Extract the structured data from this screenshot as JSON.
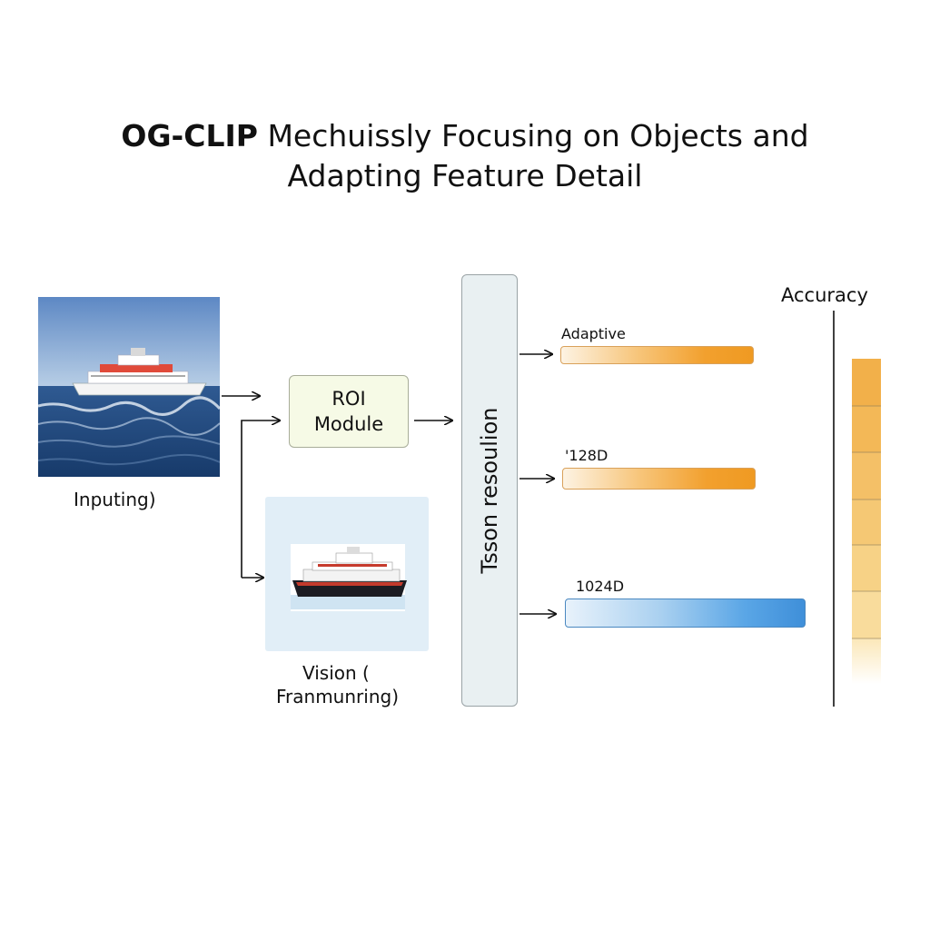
{
  "title": {
    "bold": "OG-CLIP",
    "line1_rest": " Mechuissly Focusing on Objects and",
    "line2": "Adapting Feature Detail"
  },
  "input": {
    "label": "Inputing)"
  },
  "roi": {
    "line1": "ROI",
    "line2": "Module"
  },
  "vision": {
    "line1": "Vision (",
    "line2": "Franmunring)"
  },
  "fusion": {
    "label": "Tsson resoulion"
  },
  "outputs": [
    {
      "label": "Adaptive",
      "color": "#ef9a22"
    },
    {
      "label": "'128D",
      "color": "#ef9a22"
    },
    {
      "label": "1024D",
      "color": "#3f8fd9"
    }
  ],
  "accuracy": {
    "label": "Accuracy",
    "color": "#f2b04a"
  }
}
